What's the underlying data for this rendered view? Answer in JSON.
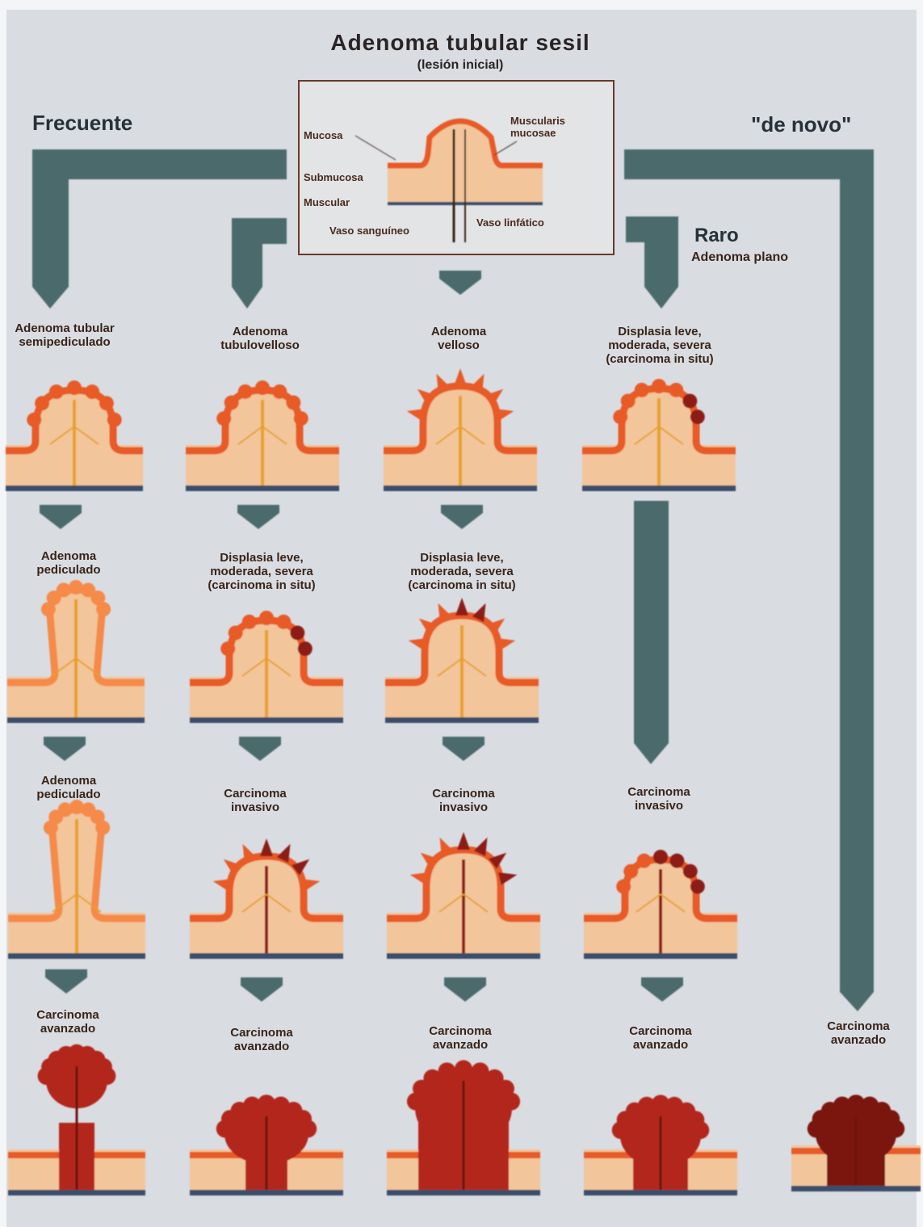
{
  "title": "Adenoma tubular sesil",
  "subtitle": "(lesión inicial)",
  "branches": {
    "left": "Frecuente",
    "right": "\"de novo\"",
    "rare_title": "Raro",
    "rare_sub": "Adenoma plano"
  },
  "inset_labels": {
    "mucosa": "Mucosa",
    "submucosa": "Submucosa",
    "muscular": "Muscular",
    "vaso_sanguineo": "Vaso sanguíneo",
    "vaso_linfatico": "Vaso linfático",
    "muscularis": "Muscularis\nmucosae"
  },
  "stages": {
    "r1": [
      "Adenoma tubular\nsemipediculado",
      "Adenoma\ntubulovelloso",
      "Adenoma\nvelloso",
      "Displasia leve,\nmoderada, severa\n(carcinoma in situ)"
    ],
    "r2": [
      "Adenoma\npediculado",
      "Displasia leve,\nmoderada, severa\n(carcinoma in situ)",
      "Displasia leve,\nmoderada, severa\n(carcinoma in situ)"
    ],
    "r3": [
      "Adenoma\npediculado",
      "Carcinoma\ninvasivo",
      "Carcinoma\ninvasivo",
      "Carcinoma\ninvasivo"
    ],
    "r4": [
      "Carcinoma\navanzado",
      "Carcinoma\navanzado",
      "Carcinoma\navanzado",
      "Carcinoma\navanzado",
      "Carcinoma\navanzado"
    ]
  },
  "colors": {
    "background": "#d9dde2",
    "arrow": "#4c6a6c",
    "tissue": "#f2c59a",
    "mucosa": "#e85a28",
    "mucosa_light": "#f58a4a",
    "dysplasia": "#8e1e12",
    "carcinoma": "#b3261a",
    "vessel": "#e8a028",
    "muscular": "#3b4d6b"
  }
}
